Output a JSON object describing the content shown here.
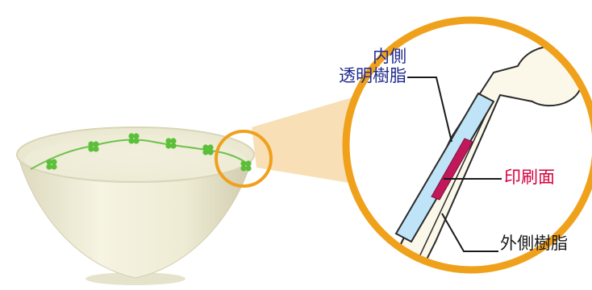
{
  "labels": {
    "inner_line1": "内側",
    "inner_line2": "透明樹脂",
    "print_surface": "印刷面",
    "outer_resin": "外側樹脂"
  },
  "colors": {
    "inner_label": "#1f2a8c",
    "print_label": "#d6003c",
    "outer_label": "#1a1a1a",
    "highlight_ring": "#f0a11c",
    "zoom_beam": "#f7d9a8",
    "transparent_layer": "#bfe3f7",
    "print_layer": "#c2185b",
    "outer_resin_fill": "#fbf8ea",
    "clover_green": "#5cbf3a",
    "bowl_cream": "#f3f1dc"
  }
}
